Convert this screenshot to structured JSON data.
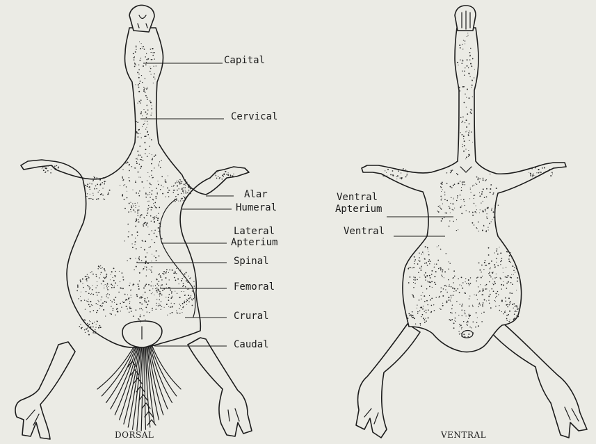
{
  "dorsal": {
    "caption": "DORSAL",
    "labels": {
      "capital": "Capital",
      "cervical": "Cervical",
      "alar": "Alar",
      "humeral": "Humeral",
      "lateral_line1": "Lateral",
      "lateral_line2": "Apterium",
      "spinal": "Spinal",
      "femoral": "Femoral",
      "crural": "Crural",
      "caudal": "Caudal"
    }
  },
  "ventral": {
    "caption": "VENTRAL",
    "labels": {
      "apterium_line1": "Ventral",
      "apterium_line2": "Apterium",
      "ventral": "Ventral"
    }
  }
}
